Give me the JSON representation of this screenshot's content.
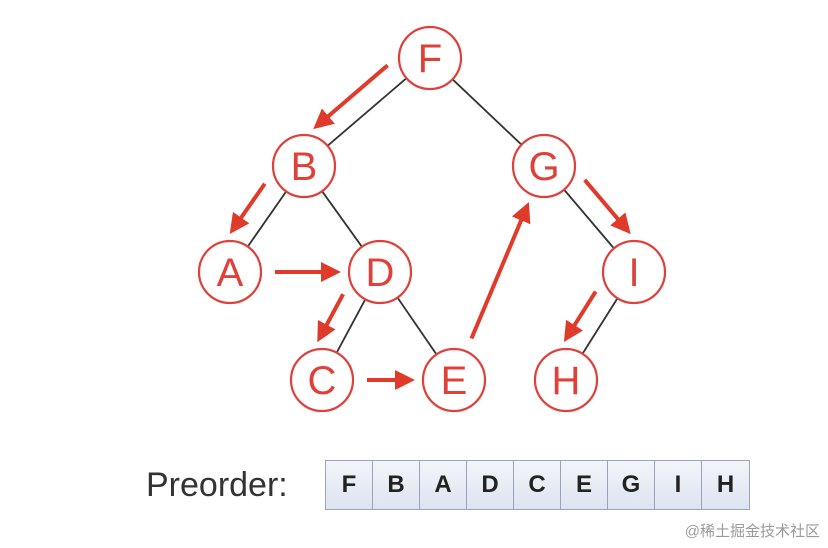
{
  "diagram": {
    "nodes": [
      {
        "id": "F",
        "label": "F"
      },
      {
        "id": "B",
        "label": "B"
      },
      {
        "id": "G",
        "label": "G"
      },
      {
        "id": "A",
        "label": "A"
      },
      {
        "id": "D",
        "label": "D"
      },
      {
        "id": "I",
        "label": "I"
      },
      {
        "id": "C",
        "label": "C"
      },
      {
        "id": "E",
        "label": "E"
      },
      {
        "id": "H",
        "label": "H"
      }
    ],
    "edges": [
      [
        "F",
        "B"
      ],
      [
        "F",
        "G"
      ],
      [
        "B",
        "A"
      ],
      [
        "B",
        "D"
      ],
      [
        "D",
        "C"
      ],
      [
        "D",
        "E"
      ],
      [
        "G",
        "I"
      ],
      [
        "I",
        "H"
      ]
    ],
    "traversal_arrows": [
      [
        "F",
        "B"
      ],
      [
        "B",
        "A"
      ],
      [
        "A",
        "D"
      ],
      [
        "D",
        "C"
      ],
      [
        "C",
        "E"
      ],
      [
        "E",
        "G"
      ],
      [
        "G",
        "I"
      ],
      [
        "I",
        "H"
      ]
    ],
    "colors": {
      "node": "#e0403a",
      "arrow": "#e03a2a",
      "edge": "#333333"
    }
  },
  "preorder": {
    "label": "Preorder:",
    "sequence": [
      "F",
      "B",
      "A",
      "D",
      "C",
      "E",
      "G",
      "I",
      "H"
    ]
  },
  "watermark": "@稀土掘金技术社区"
}
